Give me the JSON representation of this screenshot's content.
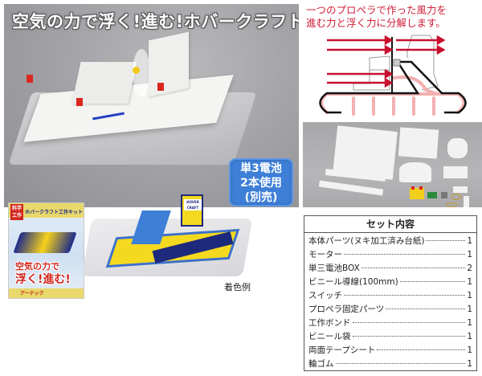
{
  "hero": {
    "title": "空気の力で浮く!進む!ホバークラフト",
    "battery_badge": {
      "line1": "単3電池",
      "line2": "2本使用",
      "line3": "(別売)",
      "color": "#3e7fd8"
    }
  },
  "diagram": {
    "caption_line1": "一つのプロペラで作った風力を",
    "caption_line2": "進む力と浮く力に分解します。",
    "caption_color": "#d0203a",
    "arrow_color": "#c8102e",
    "airflow_color": "#f2a5a5"
  },
  "package": {
    "badge_line1": "科学",
    "badge_line2": "工作",
    "product_name": "ホバークラフト工作キット",
    "slogan_line1": "空気の力で",
    "slogan_line2": "浮く!進む!",
    "maker": "アーテック"
  },
  "color_example": {
    "fin_label": "HOVER CRAFT",
    "caption": "着色例"
  },
  "contents": {
    "title": "セット内容",
    "items": [
      {
        "name": "本体パーツ(ヌキ加工済み台紙)",
        "qty": "1"
      },
      {
        "name": "モーター",
        "qty": "1"
      },
      {
        "name": "単三電池BOX",
        "qty": "2"
      },
      {
        "name": "ビニール導線(100mm)",
        "qty": "1"
      },
      {
        "name": "スイッチ",
        "qty": "1"
      },
      {
        "name": "プロペラ固定パーツ",
        "qty": "1"
      },
      {
        "name": "工作ボンド",
        "qty": "1"
      },
      {
        "name": "ビニール袋",
        "qty": "1"
      },
      {
        "name": "両面テープシート",
        "qty": "1"
      },
      {
        "name": "輪ゴム",
        "qty": "1"
      }
    ]
  }
}
